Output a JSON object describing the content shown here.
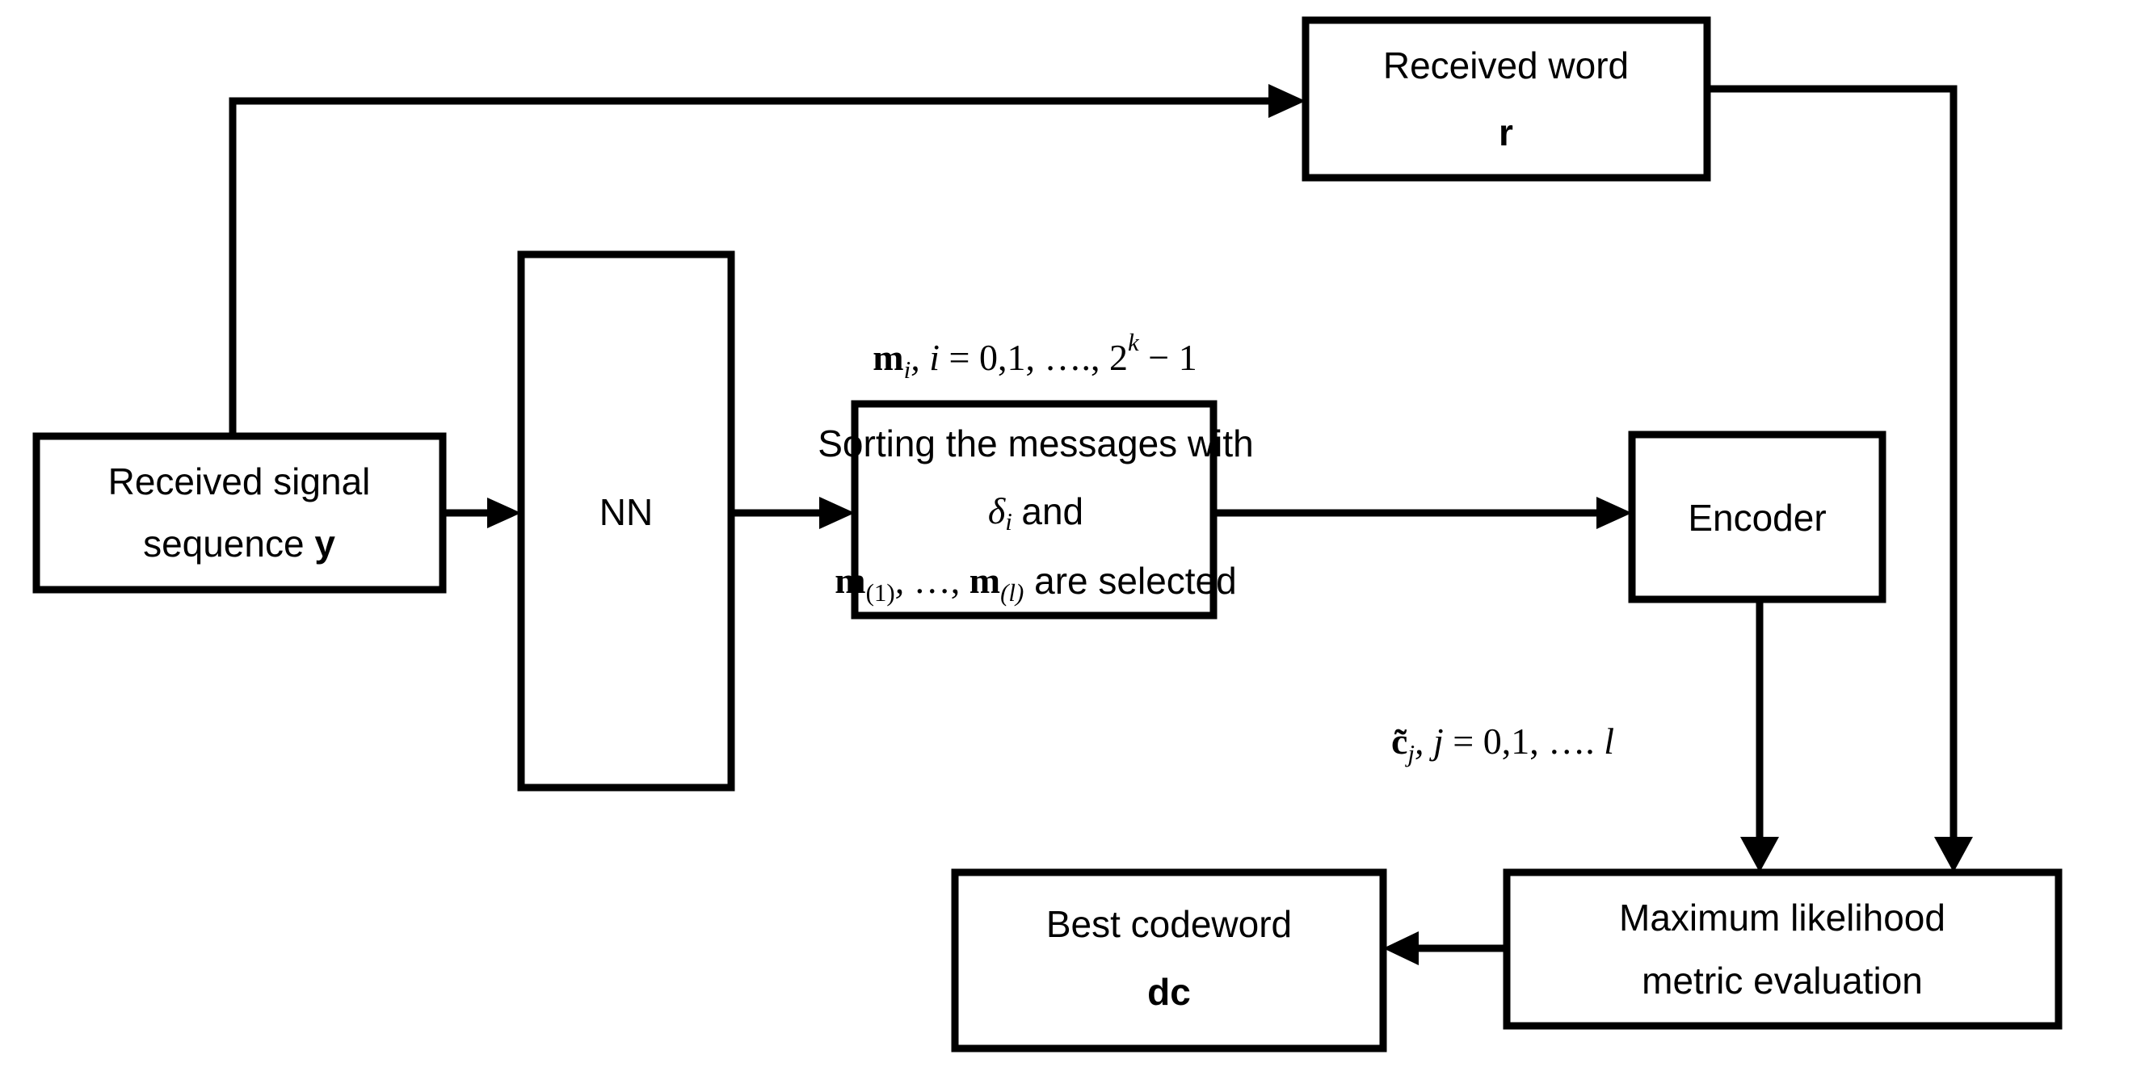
{
  "diagram": {
    "title": "Neural-network assisted maximum likelihood decoding block diagram",
    "background_color": "#ffffff",
    "line_color": "#000000",
    "nodes": [
      {
        "id": "received-word",
        "name": "received-word-box",
        "lines": [
          "Received word",
          "r"
        ],
        "bold_lines": [
          false,
          true
        ]
      },
      {
        "id": "received-signal",
        "name": "received-signal-box",
        "lines": [
          "Received signal",
          "sequence y"
        ],
        "bold_lines": [
          false,
          false
        ]
      },
      {
        "id": "nn",
        "name": "nn-box",
        "lines": [
          "NN"
        ],
        "bold_lines": [
          false
        ]
      },
      {
        "id": "sorting",
        "name": "sorting-box",
        "lines": [
          "Sorting the messages with",
          "δi and",
          "m(1), …, m(l) are selected"
        ],
        "bold_lines": [
          false,
          false,
          false
        ]
      },
      {
        "id": "encoder",
        "name": "encoder-box",
        "lines": [
          "Encoder"
        ],
        "bold_lines": [
          false
        ]
      },
      {
        "id": "maximum-likelihood",
        "name": "maximum-likelihood-box",
        "lines": [
          "Maximum likelihood",
          "metric evaluation"
        ],
        "bold_lines": [
          false,
          false
        ]
      },
      {
        "id": "best-codeword",
        "name": "best-codeword-box",
        "lines": [
          "Best codeword",
          "dc"
        ],
        "bold_lines": [
          false,
          true
        ]
      }
    ],
    "edge_labels": [
      {
        "id": "messages-label",
        "name": "messages-edge-label",
        "text": "mi, i = 0,1, …., 2k − 1",
        "plain": "m_i, i = 0,1, ...., 2^k - 1"
      },
      {
        "id": "codewords-label",
        "name": "codewords-edge-label",
        "text": "c̃j, j = 0,1, …. l",
        "plain": "c~_j, j = 0,1, .... l"
      }
    ],
    "edges": [
      {
        "from": "received-signal",
        "to": "received-word",
        "name": "signal-to-received-word-edge"
      },
      {
        "from": "received-signal",
        "to": "nn",
        "name": "signal-to-nn-edge"
      },
      {
        "from": "nn",
        "to": "sorting",
        "name": "nn-to-sorting-edge"
      },
      {
        "from": "sorting",
        "to": "encoder",
        "name": "sorting-to-encoder-edge"
      },
      {
        "from": "encoder",
        "to": "maximum-likelihood",
        "name": "encoder-to-ml-edge"
      },
      {
        "from": "received-word",
        "to": "maximum-likelihood",
        "name": "received-word-to-ml-edge"
      },
      {
        "from": "maximum-likelihood",
        "to": "best-codeword",
        "name": "ml-to-best-codeword-edge"
      }
    ]
  }
}
